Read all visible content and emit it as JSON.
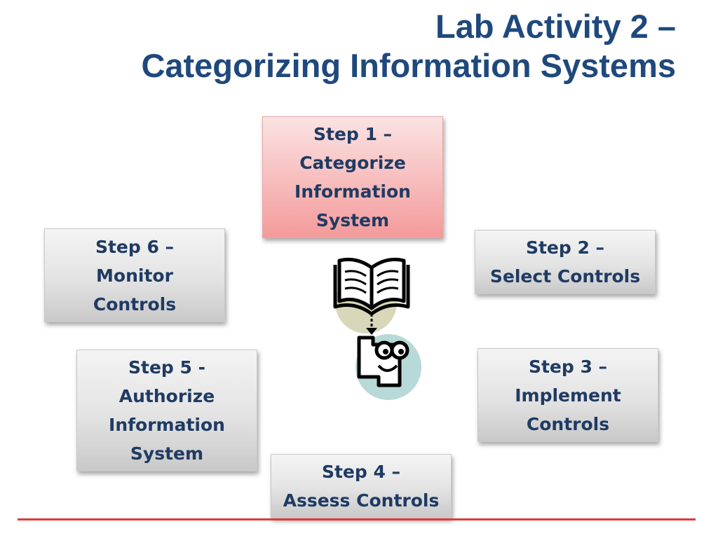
{
  "slide": {
    "title_line1": "Lab Activity 2 –",
    "title_line2": "Categorizing Information Systems"
  },
  "steps": [
    {
      "label": "Step 1 –\nCategorize\nInformation\nSystem",
      "active": true
    },
    {
      "label": "Step 2 –\nSelect Controls",
      "active": false
    },
    {
      "label": "Step 3 –\nImplement\nControls",
      "active": false
    },
    {
      "label": "Step 4 –\nAssess Controls",
      "active": false
    },
    {
      "label": "Step 5 -\nAuthorize\nInformation\nSystem",
      "active": false
    },
    {
      "label": "Step 6 –\nMonitor\nControls",
      "active": false
    }
  ],
  "clipart": {
    "icons": [
      "open-book-icon",
      "reading-face-icon",
      "arrow-down-icon"
    ],
    "colors": {
      "book_circle": "#d9d7b9",
      "face_circle": "#b7d9d8",
      "ink": "#000000"
    }
  },
  "colors": {
    "title": "#1f497d",
    "step_text": "#1f3b63",
    "active_box": "#f7b8b8",
    "inactive_box": "#e3e3e3",
    "footer_line": "#e23a3a"
  }
}
